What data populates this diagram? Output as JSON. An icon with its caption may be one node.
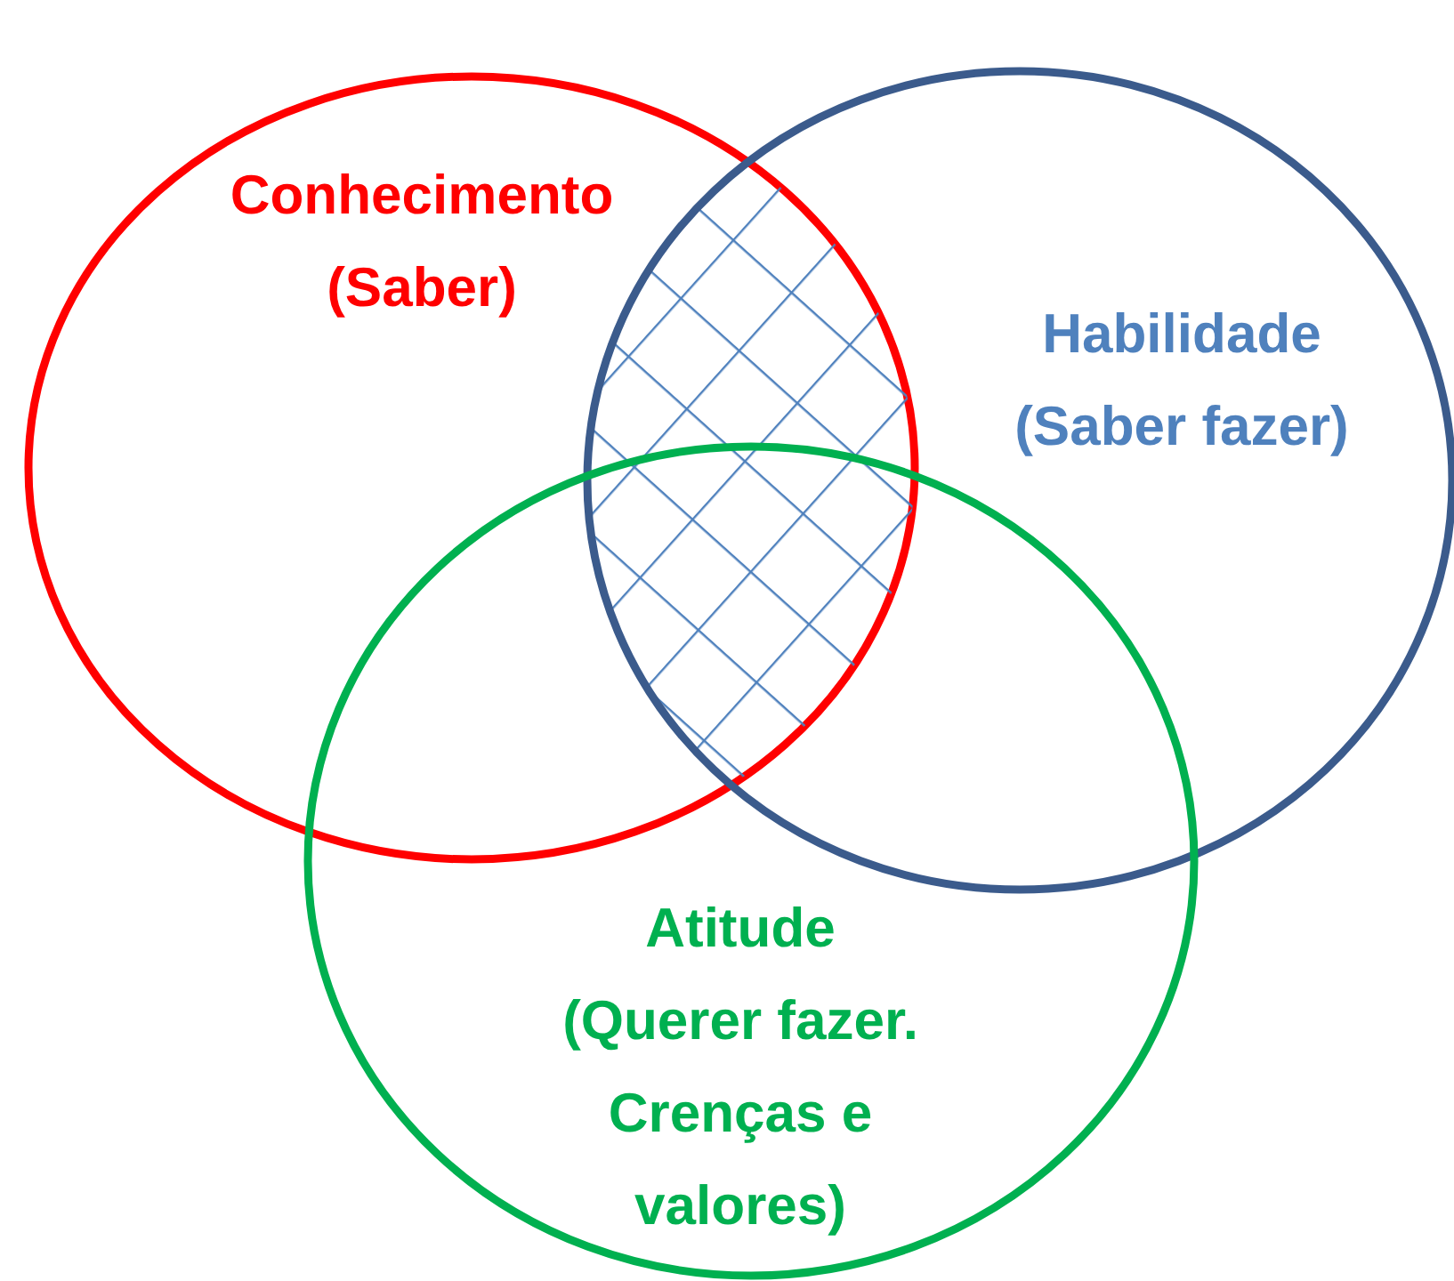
{
  "diagram": {
    "nodes": [
      {
        "text": [
          "Conhecimento",
          "(Saber)"
        ]
      },
      {
        "text": [
          "Habilidade",
          "(Saber fazer)"
        ]
      },
      {
        "text": [
          "Atitude",
          "(Querer fazer. Crenças e valores)"
        ]
      }
    ],
    "edges": []
  }
}
